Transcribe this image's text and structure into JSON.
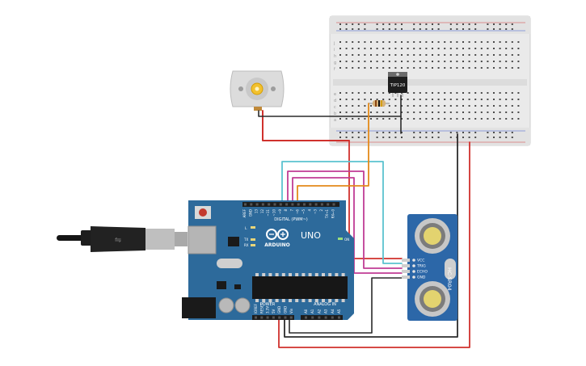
{
  "breadboard": {
    "row_letters_top": [
      "j",
      "i",
      "h",
      "g",
      "f"
    ],
    "row_letters_bottom": [
      "e",
      "d",
      "c",
      "b",
      "a"
    ],
    "columns": 30
  },
  "transistor": {
    "label": "TIP120"
  },
  "arduino": {
    "brand": "ARDUINO",
    "model": "UNO",
    "digital_header": "DIGITAL (PWM~)",
    "power_header": "POWER",
    "analog_header": "ANALOG IN",
    "led_tx": "TX",
    "led_rx": "RX",
    "led_l": "L",
    "led_on": "ON",
    "pins_digital": [
      "AREF",
      "GND",
      "13",
      "12",
      "~11",
      "~10",
      "~9",
      "8",
      "7",
      "~6",
      "~5",
      "4",
      "~3",
      "2",
      "TX→1",
      "RX←0"
    ],
    "pins_power": [
      "IOREF",
      "RESET",
      "3.3V",
      "5V",
      "GND",
      "GND",
      "Vin"
    ],
    "pins_analog": [
      "A0",
      "A1",
      "A2",
      "A3",
      "A4",
      "A5"
    ]
  },
  "sensor": {
    "model": "HC-SR04",
    "pins": [
      "VCC",
      "TRIG",
      "ECHO",
      "GND"
    ]
  },
  "colors": {
    "wire_red": "#d0312d",
    "wire_black": "#2b2b2b",
    "wire_cyan": "#5bc2cf",
    "wire_magenta": "#c03c95",
    "wire_orange": "#e48a1a",
    "board_blue": "#2d6a9b",
    "breadboard": "#ebebeb"
  }
}
